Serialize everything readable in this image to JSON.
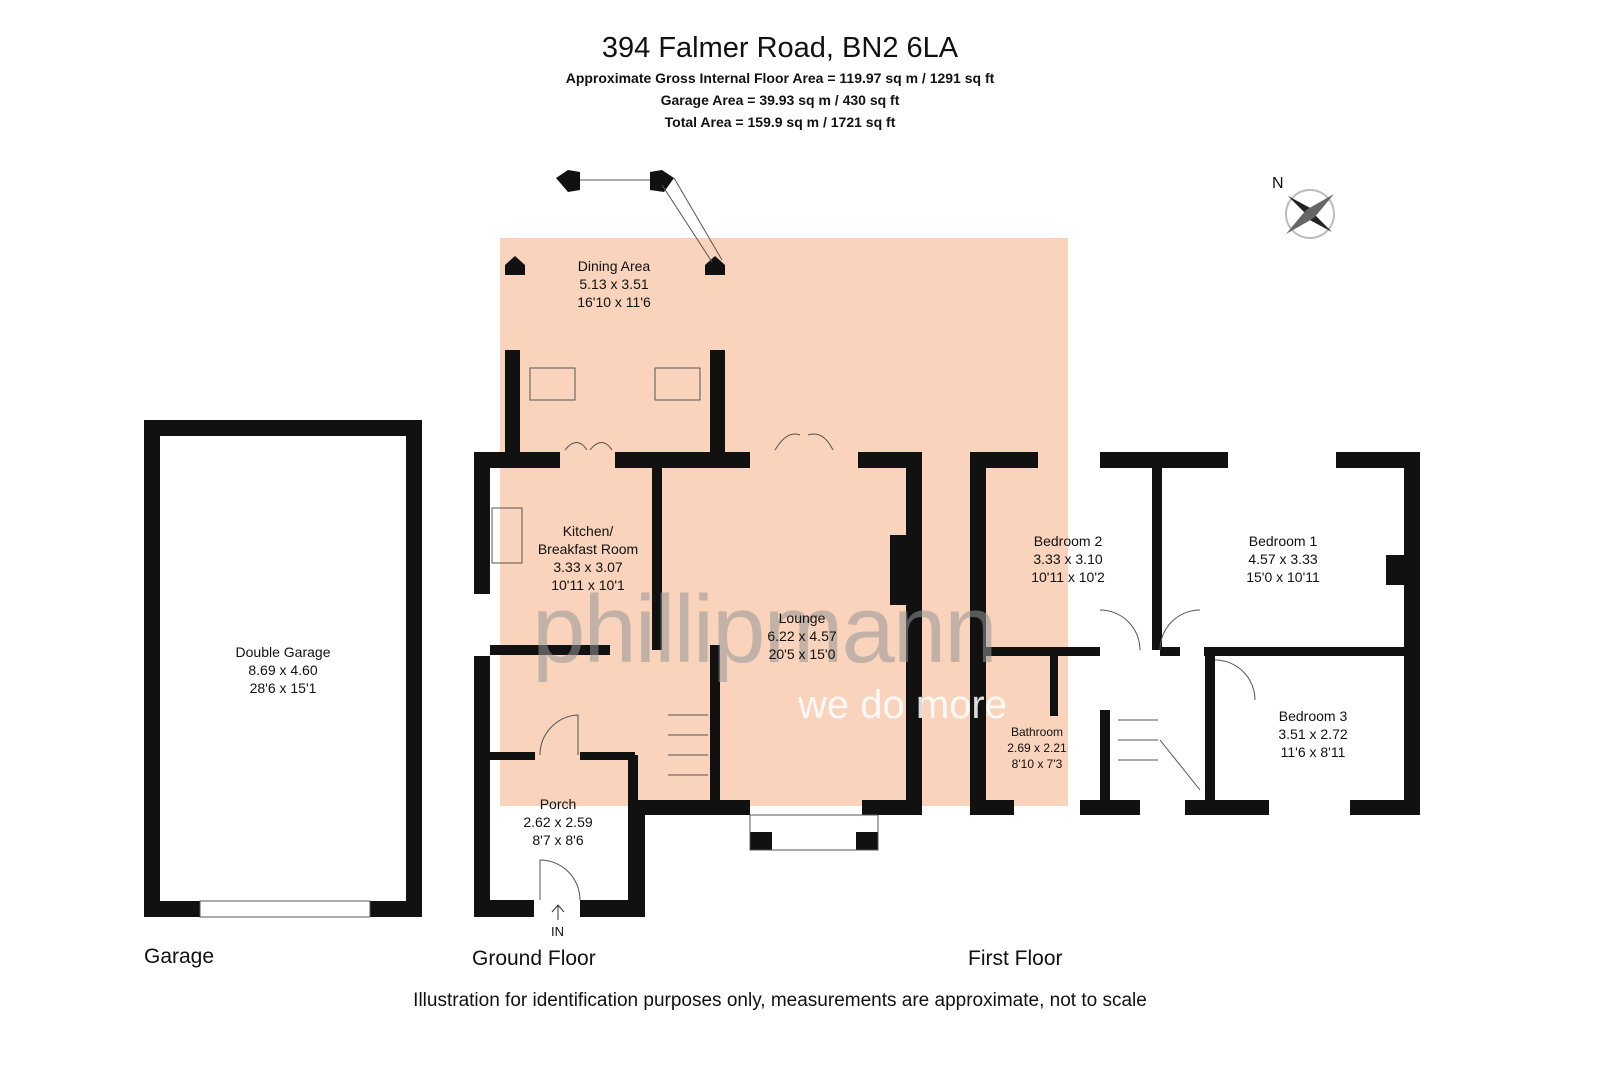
{
  "header": {
    "title": "394 Falmer Road, BN2 6LA",
    "gross_area": "Approximate Gross Internal Floor Area = 119.97 sq m / 1291 sq ft",
    "garage_area": "Garage Area = 39.93 sq m / 430 sq ft",
    "total_area": "Total Area = 159.9 sq m / 1721 sq ft"
  },
  "compass": {
    "label": "N"
  },
  "rooms": {
    "garage": {
      "name": "Double Garage",
      "metric": "8.69 x 4.60",
      "imperial": "28'6 x 15'1"
    },
    "dining": {
      "name": "Dining Area",
      "metric": "5.13 x 3.51",
      "imperial": "16'10 x 11'6"
    },
    "kitchen": {
      "name": "Kitchen/\nBreakfast Room",
      "name1": "Kitchen/",
      "name2": "Breakfast Room",
      "metric": "3.33 x 3.07",
      "imperial": "10'11 x 10'1"
    },
    "lounge": {
      "name": "Lounge",
      "metric": "6.22 x 4.57",
      "imperial": "20'5 x 15'0"
    },
    "porch": {
      "name": "Porch",
      "metric": "2.62 x 2.59",
      "imperial": "8'7 x 8'6"
    },
    "bedroom2": {
      "name": "Bedroom 2",
      "metric": "3.33 x 3.10",
      "imperial": "10'11 x 10'2"
    },
    "bedroom1": {
      "name": "Bedroom 1",
      "metric": "4.57 x 3.33",
      "imperial": "15'0 x 10'11"
    },
    "bedroom3": {
      "name": "Bedroom 3",
      "metric": "3.51 x 2.72",
      "imperial": "11'6 x 8'11"
    },
    "bathroom": {
      "name": "Bathroom",
      "metric": "2.69 x 2.21",
      "imperial": "8'10 x 7'3"
    }
  },
  "entrance": {
    "label": "IN"
  },
  "floors": {
    "garage": "Garage",
    "ground": "Ground Floor",
    "first": "First Floor"
  },
  "watermark": {
    "brand": "phillipmann",
    "tagline": "we do more"
  },
  "footer": {
    "note": "Illustration for identification purposes only, measurements are approximate, not to scale"
  },
  "colors": {
    "wall": "#111111",
    "highlight": "#f9d3bb",
    "text": "#111111"
  }
}
